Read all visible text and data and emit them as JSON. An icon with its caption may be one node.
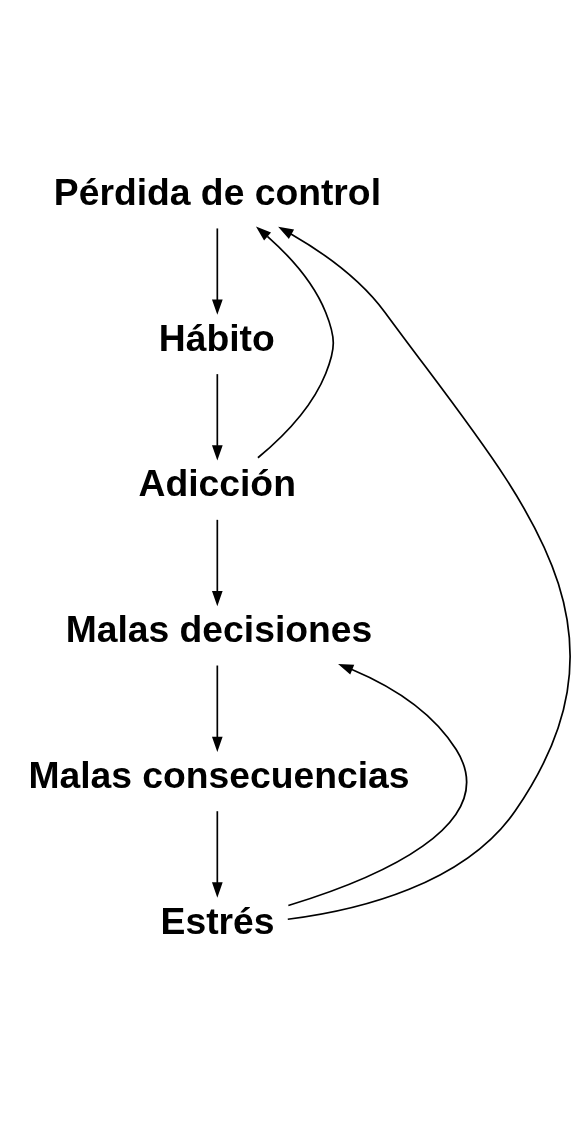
{
  "diagram": {
    "nodes": [
      {
        "text": [
          "Pérdida de control"
        ]
      },
      {
        "text": [
          "Hábito"
        ]
      },
      {
        "text": [
          "Adicción"
        ]
      },
      {
        "text": [
          "Malas decisiones"
        ]
      },
      {
        "text": [
          "Malas consecuencias"
        ]
      },
      {
        "text": [
          "Estrés"
        ]
      }
    ],
    "edges": [
      {
        "from": 0,
        "to": 1,
        "arrow": "to"
      },
      {
        "from": 1,
        "to": 2,
        "arrow": "to"
      },
      {
        "from": 2,
        "to": 0,
        "arrow": "to"
      },
      {
        "from": 2,
        "to": 3,
        "arrow": "to"
      },
      {
        "from": 3,
        "to": 4,
        "arrow": "to"
      },
      {
        "from": 4,
        "to": 5,
        "arrow": "to"
      },
      {
        "from": 5,
        "to": 3,
        "arrow": "to"
      },
      {
        "from": 5,
        "to": 0,
        "arrow": "to"
      }
    ]
  }
}
